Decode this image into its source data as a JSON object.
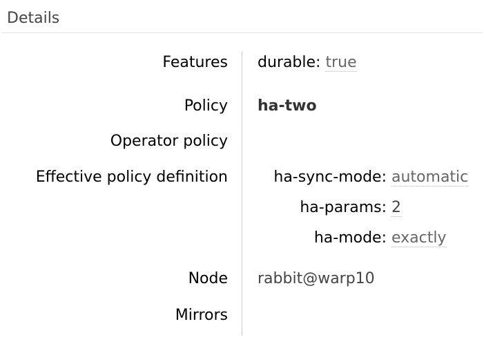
{
  "header": {
    "title": "Details"
  },
  "colors": {
    "section_title": "#444444",
    "header_rule": "#e2e2e2",
    "label_text": "#000000",
    "column_divider": "#cccccc",
    "value_text": "#444444",
    "abbr_value_text": "#666666",
    "abbr_underline": "#bbbbbb",
    "policy_name_text": "#333333"
  },
  "facts": {
    "rows": [
      {
        "label": "Features",
        "pairs": [
          {
            "key": "durable:",
            "value": "true"
          }
        ]
      },
      {
        "label": "Policy",
        "text": "ha-two"
      },
      {
        "label": "Operator policy",
        "text": ""
      },
      {
        "label": "Effective policy definition",
        "pairs": [
          {
            "key": "ha-sync-mode:",
            "value": "automatic"
          },
          {
            "key": "ha-params:",
            "value": "2"
          },
          {
            "key": "ha-mode:",
            "value": "exactly"
          }
        ]
      },
      {
        "label": "Node",
        "text": "rabbit@warp10"
      },
      {
        "label": "Mirrors",
        "text": ""
      }
    ]
  }
}
